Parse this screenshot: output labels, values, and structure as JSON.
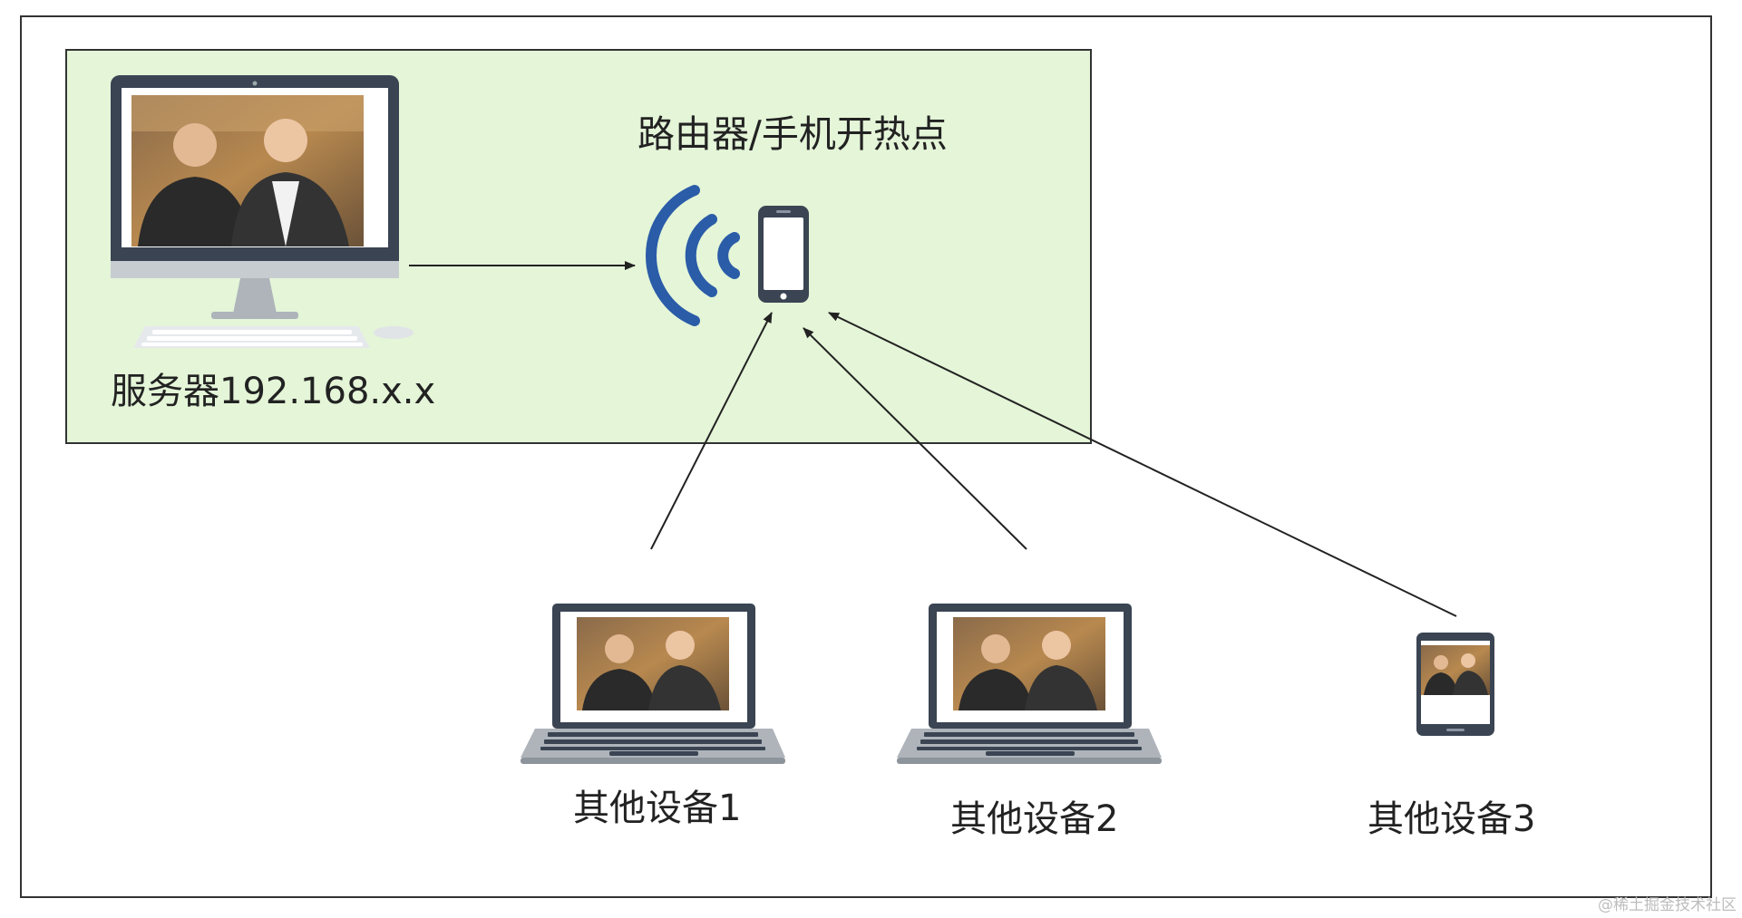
{
  "diagram": {
    "server_label": "服务器192.168.x.x",
    "router_label": "路由器/手机开热点",
    "devices": [
      {
        "label": "其他设备1"
      },
      {
        "label": "其他设备2"
      },
      {
        "label": "其他设备3"
      }
    ],
    "watermark": "@稀土掘金技术社区"
  },
  "colors": {
    "server_zone_fill": "#e4f5d8",
    "wifi_waves": "#2a5ca8",
    "device_dark": "#3a4452",
    "arrow": "#222222"
  },
  "icons": [
    "desktop-computer-icon",
    "keyboard-icon",
    "mouse-icon",
    "wifi-signal-icon",
    "smartphone-icon",
    "laptop-icon",
    "tablet-icon"
  ]
}
